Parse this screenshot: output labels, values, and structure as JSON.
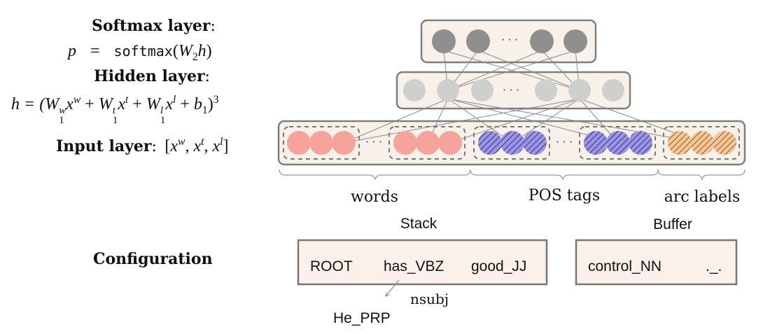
{
  "left_panel": {
    "softmax_title": "Softmax layer",
    "colon": ":",
    "softmax_lhs": "p",
    "softmax_eq": "=",
    "softmax_fn": "softmax",
    "softmax_arg_open": "(",
    "softmax_w": "W",
    "softmax_w_sub": "2",
    "softmax_h": "h",
    "softmax_arg_close": ")",
    "hidden_title": "Hidden layer",
    "hidden_formula": {
      "lhs": "h = (",
      "t1_w": "W",
      "t1_sup": "w",
      "t1_sub": "1",
      "t1_x": "x",
      "t1_xsup": "w",
      "plus": " + ",
      "t2_w": "W",
      "t2_sup": "t",
      "t2_sub": "1",
      "t2_x": "x",
      "t2_xsup": "t",
      "t3_w": "W",
      "t3_sup": "l",
      "t3_sub": "1",
      "t3_x": "x",
      "t3_xsup": "l",
      "b": "b",
      "b_sub": "1",
      "close": ")",
      "power": "3"
    },
    "input_title": "Input layer",
    "input_vec": {
      "open": "[",
      "x1": "x",
      "x1_sup": "w",
      "x2": "x",
      "x2_sup": "t",
      "x3": "x",
      "x3_sup": "l",
      "sep": ", ",
      "close": "]"
    },
    "configuration_title": "Configuration"
  },
  "network": {
    "ellipsis": "· · ·",
    "group_labels": [
      "words",
      "POS tags",
      "arc labels"
    ],
    "colors": {
      "softmax_node": "#8f8f8d",
      "hidden_node": "#cfcfcd",
      "word_node": "#f6a39b",
      "pos_node": "#9c95e6",
      "pos_hatch": "#3d3a8a",
      "arc_node": "#f3c79a",
      "arc_hatch": "#a35f1f",
      "panel_fill": "#f7f1ea",
      "panel_stroke": "#7f7f7f"
    }
  },
  "configuration": {
    "stack_label": "Stack",
    "buffer_label": "Buffer",
    "stack_items": [
      "ROOT",
      "has_VBZ",
      "good_JJ"
    ],
    "buffer_items": [
      "control_NN",
      "._."
    ],
    "arc_label": "nsubj",
    "dependent": "He_PRP"
  }
}
